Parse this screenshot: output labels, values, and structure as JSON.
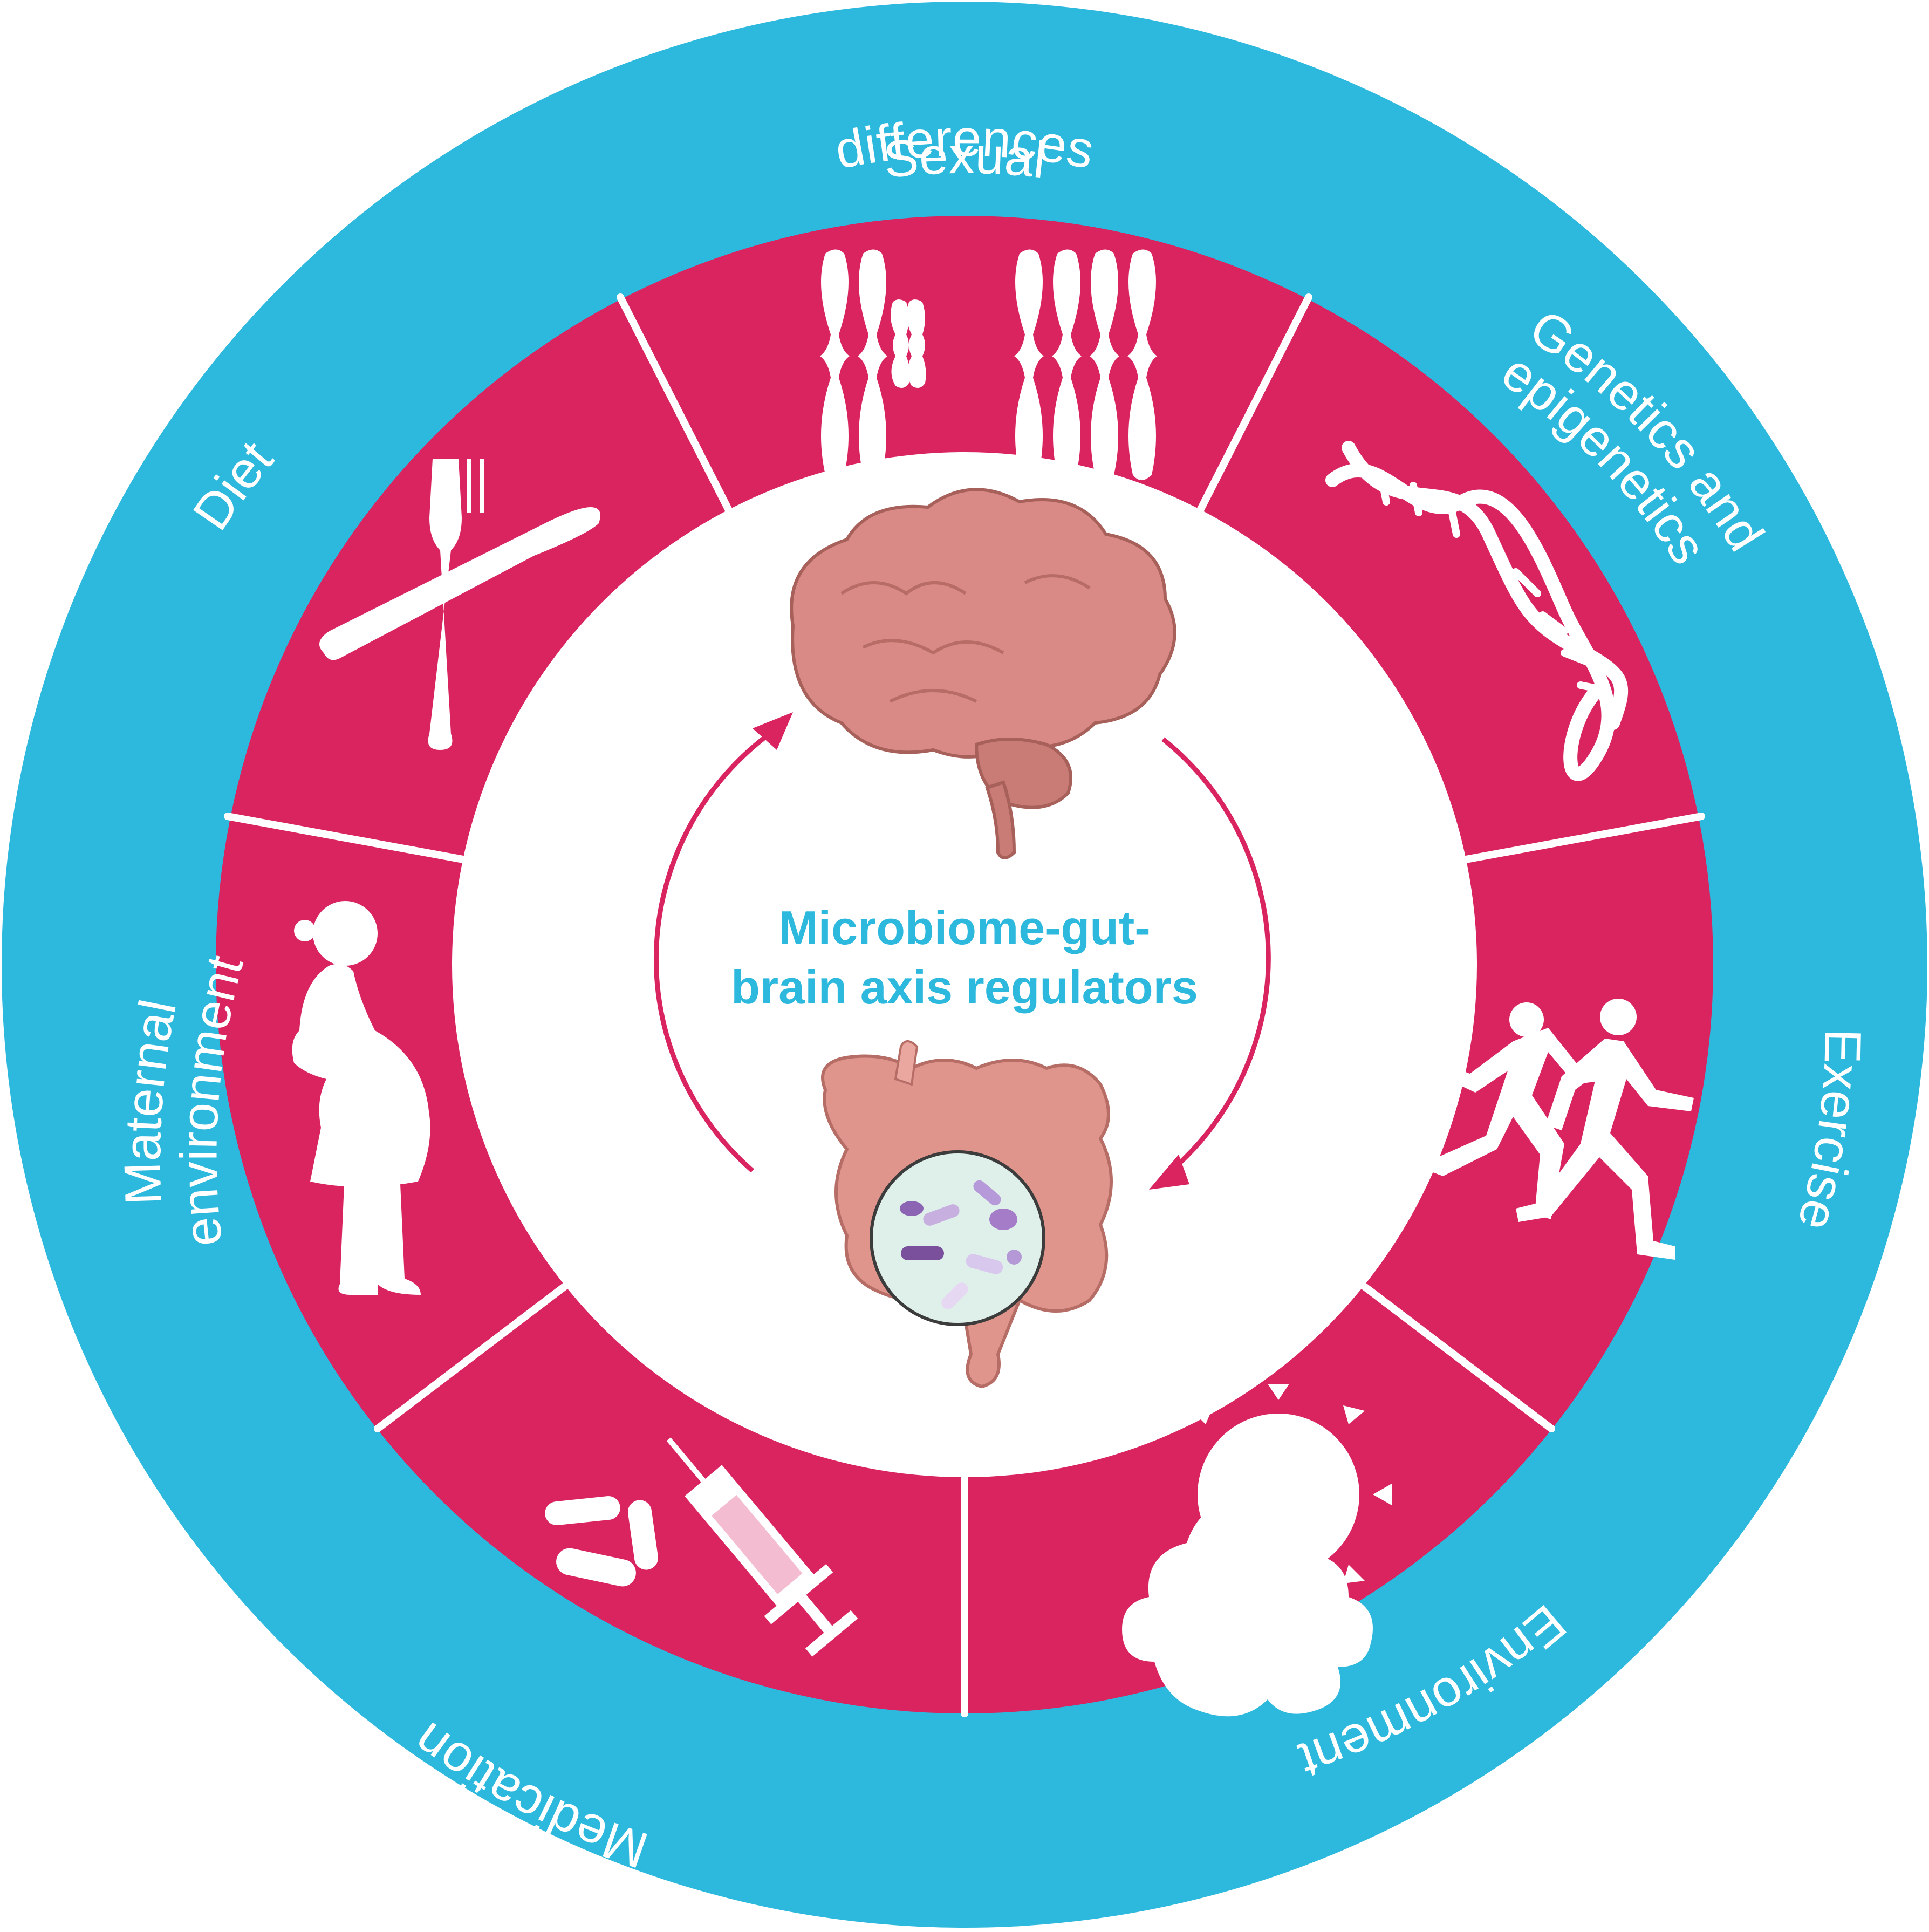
{
  "diagram": {
    "center_title_lines": [
      "Microbiome-gut-",
      "brain axis regulators"
    ],
    "colors": {
      "outer_ring": "#2cb9dd",
      "inner_ring": "#d9245f",
      "divider": "#ffffff",
      "label": "#ffffff",
      "center_text": "#2cb9dd",
      "arrow": "#d9245f",
      "brain": "#d98a86",
      "gut": "#e0958c",
      "microbe_lens": "#dff0ea"
    },
    "segments": [
      {
        "id": "sexual-differences",
        "label_lines": [
          "Sexual",
          "differences"
        ],
        "icon": "chromosomes-icon"
      },
      {
        "id": "genetics",
        "label_lines": [
          "Genetics and",
          "epigenetics"
        ],
        "icon": "dna-icon"
      },
      {
        "id": "exercise",
        "label_lines": [
          "Exercise"
        ],
        "icon": "runners-icon"
      },
      {
        "id": "environment",
        "label_lines": [
          "Environment"
        ],
        "icon": "sun-cloud-icon"
      },
      {
        "id": "medication",
        "label_lines": [
          "Medication"
        ],
        "icon": "pills-syringe-icon"
      },
      {
        "id": "maternal",
        "label_lines": [
          "Maternal",
          "environment"
        ],
        "icon": "pregnant-woman-icon"
      },
      {
        "id": "diet",
        "label_lines": [
          "Diet"
        ],
        "icon": "fork-knife-icon"
      }
    ]
  }
}
